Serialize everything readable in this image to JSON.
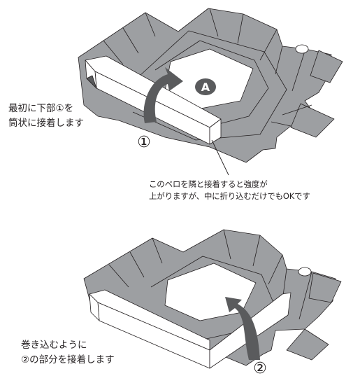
{
  "instruction_1": {
    "line1": "最初に下部①を",
    "line2": "筒状に接着します"
  },
  "callout": {
    "line1": "このベロを隣と接着すると強度が",
    "line2": "上がりますが、中に折り込むだけでもOKです"
  },
  "instruction_2": {
    "line1": "巻き込むように",
    "line2": "②の部分を接着します"
  },
  "step_markers": {
    "one": "①",
    "two": "②"
  },
  "panel_mark": "A",
  "colors": {
    "panel_gray": "#9d9fa2",
    "outline": "#231f20",
    "arrow": "#5a5b5d",
    "white": "#ffffff"
  }
}
